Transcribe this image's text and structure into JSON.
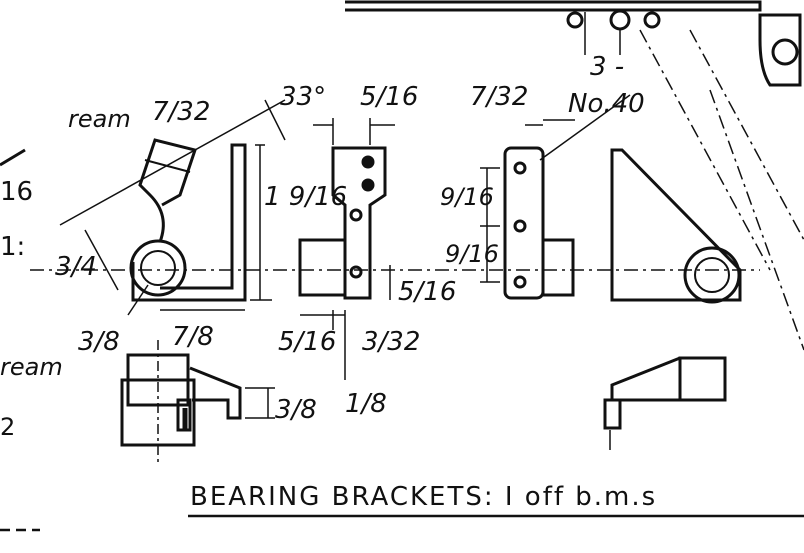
{
  "title": "BEARING BRACKETS:  I off  b.m.s",
  "dims": {
    "ream_7_32": "7/32",
    "ream_word": "ream",
    "angle": "33°",
    "d_5_16_top": "5/16",
    "d_7_32_top": "7/32",
    "holes": "3 -",
    "holes_size": "No.40",
    "d_1_9_16": "1 9/16",
    "d_3_4": "3/4",
    "d_3_8": "3/8",
    "ream2_word": "ream",
    "d_7_8": "7/8",
    "d_5_16_bottom": "5/16",
    "d_3_32": "3/32",
    "d_5_16_mid": "5/16",
    "d_9_16_a": "9/16",
    "d_9_16_b": "9/16",
    "d_3_8_base": "3/8",
    "d_1_8": "1/8",
    "margin_16": "16",
    "margin_1": "1:",
    "margin_2": "2"
  }
}
